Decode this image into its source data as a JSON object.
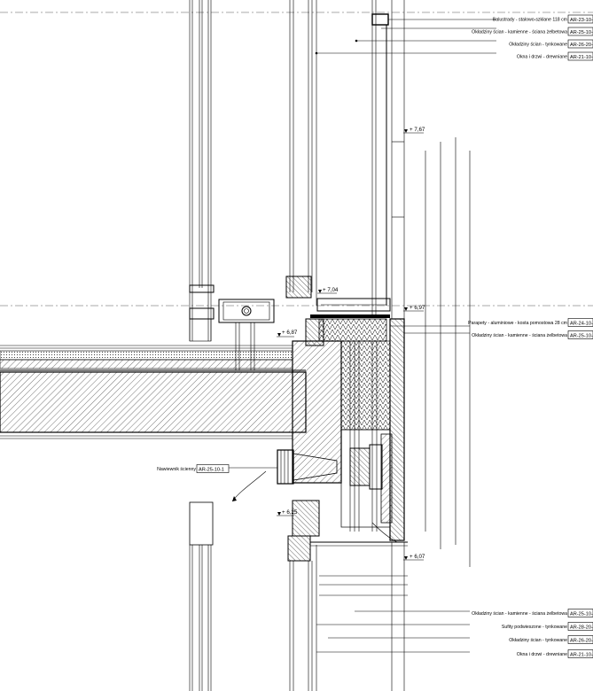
{
  "callouts_top": [
    {
      "text": "Balustrady - stalowo-szklane 118 cm",
      "code": "AR-23-10-"
    },
    {
      "text": "Okładziny ścian - kamienne - ściana żelbetowa",
      "code": "AR-25-10-"
    },
    {
      "text": "Okładziny ścian - tynkowane",
      "code": "AR-26-20-"
    },
    {
      "text": "Okna i drzwi - drewniane",
      "code": "AR-21-10-"
    }
  ],
  "callouts_mid": [
    {
      "text": "Parapety - aluminiowe - kosta pomostowa 28 cm",
      "code": "AR-24-10-"
    },
    {
      "text": "Okładziny ścian - kamienne - ściana żelbetowa",
      "code": "AR-25-10-"
    }
  ],
  "callout_left": {
    "text": "Nawiewnik ścienny",
    "code": "AR-25-10-1"
  },
  "callouts_bottom": [
    {
      "text": "Okładziny ścian - kamienne - ściana żelbetowa",
      "code": "AR-25-10-"
    },
    {
      "text": "Sufity podwieszone - tynkowane",
      "code": "AR-28-20-"
    },
    {
      "text": "Okładziny ścian - tynkowane",
      "code": "AR-26-20-"
    },
    {
      "text": "Okna i drzwi - drewniane",
      "code": "AR-21-10-"
    }
  ],
  "levels": {
    "l1": "+ 7,67",
    "l2": "+ 7,04",
    "l3": "+ 6,97",
    "l4": "+ 6,87",
    "l5": "+ 6,25",
    "l6": "+ 6,07"
  },
  "colors": {
    "line": "#000000",
    "hatch": "#000000",
    "background": "#ffffff"
  }
}
